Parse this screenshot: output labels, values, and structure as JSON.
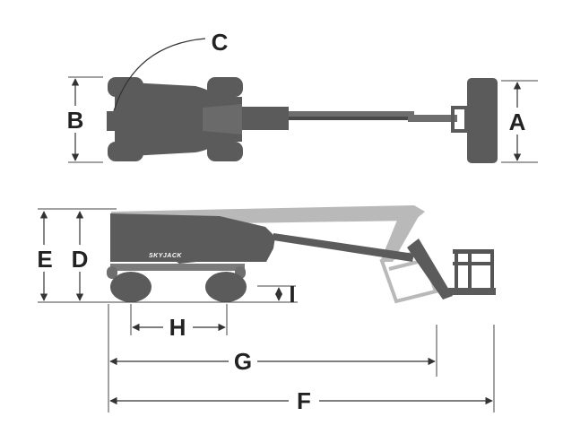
{
  "diagram": {
    "brand": "SKYJACK",
    "labels": {
      "a": "A",
      "b": "B",
      "c": "C",
      "d": "D",
      "e": "E",
      "f": "F",
      "g": "G",
      "h": "H",
      "i": "I"
    },
    "colors": {
      "machine_dark": "#5b5b5b",
      "machine_ghost": "#b9b9b9",
      "dimension_lines": "#333333"
    }
  }
}
